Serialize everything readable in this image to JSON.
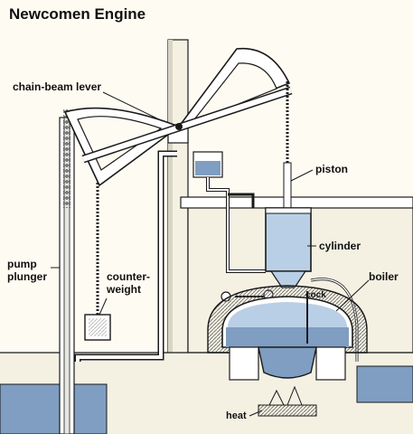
{
  "title": "Newcomen Engine",
  "labels": {
    "chain_beam_lever": "chain-beam lever",
    "piston": "piston",
    "cylinder": "cylinder",
    "boiler": "boiler",
    "cock": "cock",
    "pump_plunger_line1": "pump",
    "pump_plunger_line2": "plunger",
    "counterweight_line1": "counter-",
    "counterweight_line2": "weight",
    "heat": "heat"
  },
  "colors": {
    "background": "#fdfbf2",
    "wall": "#f4f1e3",
    "water": "#7f9ec2",
    "water_light": "#b9cfe6",
    "metal": "#ffffff",
    "outline": "#1a1a1a",
    "shadow": "#c9c9c0"
  }
}
